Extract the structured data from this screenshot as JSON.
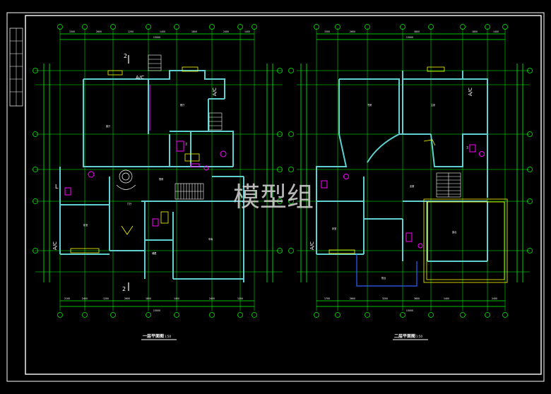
{
  "colors": {
    "background": "#000000",
    "frame": "#ffffff",
    "grid": "#00ff00",
    "dimension": "#00ff00",
    "wall": "#5fd0d0",
    "fixture": "#ff00ff",
    "furniture": "#ffff00",
    "extra": "#3060ff",
    "text": "#ffffff",
    "title": "#ffffff",
    "watermark": "#dddddd"
  },
  "watermark": "模型组",
  "plans": [
    {
      "id": "first-floor",
      "title": "一层平面图",
      "scale": "1:50",
      "ac_labels": [
        "A/C",
        "A/C"
      ],
      "section_marks": [
        "2",
        "2"
      ],
      "cut_mark": "L",
      "top_dims": [
        "1500",
        "2600",
        "1200",
        "1400",
        "1800",
        "2400",
        "1400"
      ],
      "bottom_dims": [
        "2100",
        "2400",
        "1200",
        "2600",
        "1800",
        "1400",
        "2400",
        "1200"
      ],
      "top_total": "15000",
      "bottom_total": "15000",
      "rooms": [
        "客厅",
        "餐厅",
        "厨房",
        "卫",
        "卧室",
        "车库",
        "门厅",
        "储藏"
      ]
    },
    {
      "id": "second-floor",
      "title": "二层平面图",
      "scale": "1:50",
      "ac_labels": [
        "A/C",
        "A/C"
      ],
      "top_dims": [
        "1500",
        "2600",
        "4800",
        "1800",
        "1400"
      ],
      "bottom_dims": [
        "1700",
        "2600",
        "3200",
        "3600",
        "1400",
        "2400"
      ],
      "top_total": "15000",
      "bottom_total": "15000",
      "rooms": [
        "卧室",
        "主卧",
        "卫",
        "书房",
        "露台",
        "阳台",
        "走廊"
      ]
    }
  ]
}
